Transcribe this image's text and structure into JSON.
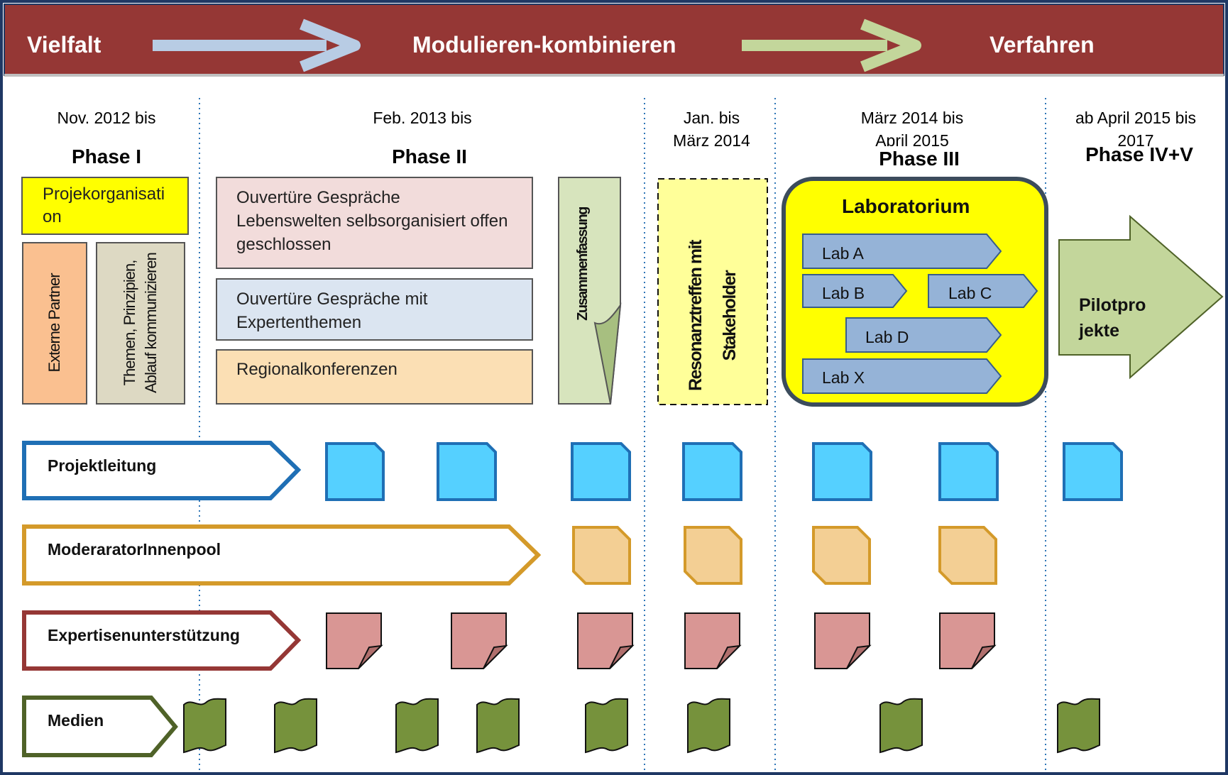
{
  "header": {
    "stage1": "Vielfalt",
    "stage2": "Modulieren-kombinieren",
    "stage3": "Verfahren"
  },
  "phases": [
    {
      "date": "Nov. 2012 bis",
      "title": "Phase I"
    },
    {
      "date": "Feb. 2013 bis",
      "title": "Phase II"
    },
    {
      "date_line1": "Jan. bis",
      "date_line2": "März 2014"
    },
    {
      "date_line1": "März 2014 bis",
      "date_line2": "April 2015",
      "title": "Phase III"
    },
    {
      "date_line1": "ab April 2015 bis",
      "date_line2": "2017",
      "title": "Phase IV+V"
    }
  ],
  "phase1": {
    "organisation_line1": "Projekorganisati",
    "organisation_line2": "on",
    "partner": "Externe Partner",
    "themes_line1": "Themen, Prinzipien,",
    "themes_line2": "Ablauf kommunizieren"
  },
  "phase2": {
    "box1_line1": "Ouvertüre Gespräche",
    "box1_line2": "Lebenswelten selbsorganisiert offen",
    "box1_line3": "geschlossen",
    "box2_line1": "Ouvertüre Gespräche mit",
    "box2_line2": "Expertenthemen",
    "box3": "Regionalkonferenzen",
    "summary": "Zusammenfassung"
  },
  "resonance": {
    "line1": "Resonanztreffen mit",
    "line2": "Stakeholder"
  },
  "lab": {
    "title": "Laboratorium",
    "items": [
      "Lab A",
      "Lab B",
      "Lab C",
      "Lab D",
      "Lab X"
    ]
  },
  "pilot": {
    "line1": "Pilotpro",
    "line2": "jekte"
  },
  "lanes": [
    {
      "label": "Projektleitung",
      "color": "#1f6fb5",
      "fill": "#55d0ff"
    },
    {
      "label": "ModeraratorInnenpool",
      "color": "#d49a2a",
      "fill": "#f3cf94"
    },
    {
      "label": "Expertisenunterstützung",
      "color": "#953735",
      "fill": "#d99694"
    },
    {
      "label": "Medien",
      "color": "#4f6228",
      "fill": "#76923c"
    }
  ],
  "colors": {
    "header": "#953735",
    "frame": "#1f3864",
    "arrow1": "#b8cce4",
    "arrow2": "#c3d69b",
    "yellow": "#ffff00",
    "lab_tag": "#95b3d7",
    "pilot": "#c3d69b"
  }
}
